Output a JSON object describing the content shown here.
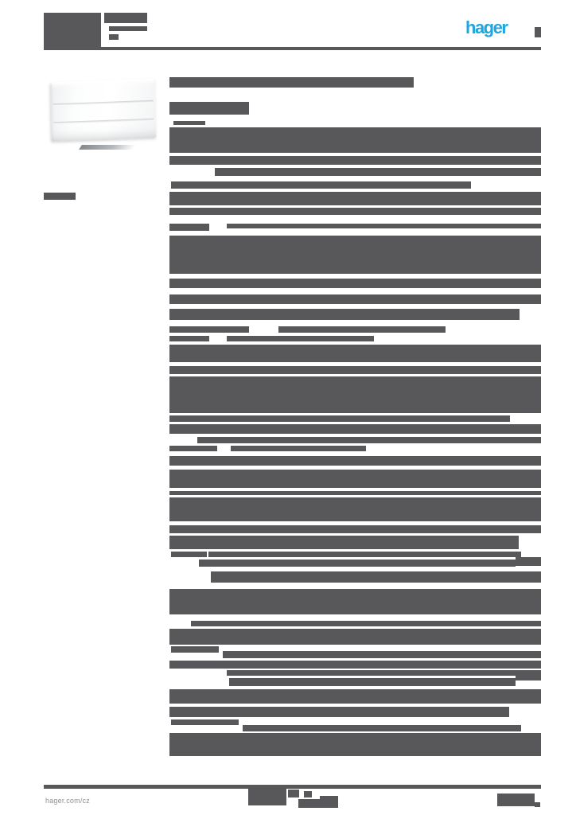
{
  "brand": {
    "logo_text": "hager",
    "logo_color": "#1ea6df",
    "redaction_color": "#58585a"
  },
  "footer": {
    "website": "hager.com/cz"
  },
  "product_image": {
    "description": "white surface-mounted distribution enclosure, angled view"
  },
  "rules": {
    "header_rule": [
      55,
      59,
      625,
      4
    ],
    "footer_rule": [
      55,
      986,
      625,
      5
    ]
  },
  "redactions": {
    "color": "#58585a",
    "bars": [
      [
        55,
        16,
        72,
        44
      ],
      [
        131,
        16,
        54,
        13
      ],
      [
        137,
        33,
        48,
        6
      ],
      [
        137,
        43,
        12,
        7
      ],
      [
        672,
        34,
        8,
        13
      ],
      [
        55,
        242,
        40,
        9
      ],
      [
        213,
        97,
        307,
        13
      ],
      [
        213,
        128,
        100,
        16
      ],
      [
        218,
        152,
        40,
        5
      ],
      [
        213,
        160,
        467,
        32
      ],
      [
        213,
        196,
        467,
        11
      ],
      [
        270,
        211,
        410,
        10
      ],
      [
        215,
        228,
        377,
        9
      ],
      [
        213,
        241,
        467,
        17
      ],
      [
        213,
        261,
        467,
        9
      ],
      [
        213,
        281,
        50,
        9
      ],
      [
        285,
        281,
        395,
        6
      ],
      [
        213,
        296,
        467,
        48
      ],
      [
        213,
        350,
        467,
        12
      ],
      [
        213,
        370,
        467,
        12
      ],
      [
        213,
        388,
        440,
        14
      ],
      [
        213,
        410,
        100,
        8
      ],
      [
        350,
        410,
        210,
        8
      ],
      [
        213,
        422,
        50,
        7
      ],
      [
        285,
        422,
        185,
        7
      ],
      [
        213,
        433,
        467,
        22
      ],
      [
        213,
        460,
        467,
        10
      ],
      [
        213,
        473,
        467,
        46
      ],
      [
        213,
        522,
        428,
        8
      ],
      [
        213,
        533,
        467,
        12
      ],
      [
        248,
        549,
        432,
        8
      ],
      [
        213,
        560,
        60,
        7
      ],
      [
        290,
        560,
        170,
        7
      ],
      [
        213,
        573,
        467,
        12
      ],
      [
        213,
        590,
        467,
        23
      ],
      [
        213,
        617,
        467,
        5
      ],
      [
        213,
        625,
        467,
        30
      ],
      [
        213,
        660,
        467,
        10
      ],
      [
        213,
        673,
        439,
        17
      ],
      [
        215,
        693,
        45,
        7
      ],
      [
        262,
        693,
        393,
        7
      ],
      [
        250,
        703,
        398,
        9
      ],
      [
        648,
        700,
        32,
        11
      ],
      [
        265,
        718,
        415,
        14
      ],
      [
        213,
        740,
        467,
        32
      ],
      [
        240,
        780,
        440,
        7
      ],
      [
        213,
        790,
        467,
        20
      ],
      [
        215,
        812,
        60,
        8
      ],
      [
        280,
        818,
        400,
        9
      ],
      [
        213,
        830,
        467,
        10
      ],
      [
        285,
        842,
        395,
        7
      ],
      [
        648,
        843,
        32,
        12
      ],
      [
        288,
        852,
        360,
        10
      ],
      [
        213,
        866,
        467,
        18
      ],
      [
        213,
        888,
        427,
        13
      ],
      [
        215,
        904,
        85,
        7
      ],
      [
        305,
        911,
        350,
        8
      ],
      [
        213,
        921,
        467,
        29
      ],
      [
        312,
        989,
        48,
        23
      ],
      [
        362,
        992,
        14,
        10
      ],
      [
        382,
        994,
        10,
        8
      ],
      [
        375,
        1004,
        50,
        11
      ],
      [
        402,
        1000,
        23,
        13
      ],
      [
        625,
        997,
        47,
        16
      ],
      [
        672,
        1008,
        7,
        6
      ]
    ]
  }
}
